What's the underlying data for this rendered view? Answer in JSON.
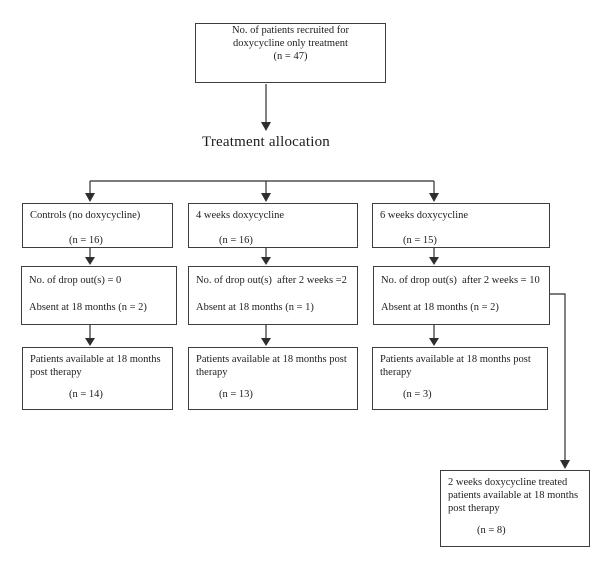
{
  "theme": {
    "background": "#ffffff",
    "border_color": "#3d3d3d",
    "text_color": "#1d1d1d",
    "line_color": "#2e2e2e"
  },
  "recruited_box": {
    "line1": "No. of patients recruited for",
    "line2": "doxycycline only treatment",
    "n": "(n = 47)"
  },
  "allocation_label": "Treatment allocation",
  "columns": [
    {
      "allocation": {
        "title": "Controls (no doxycycline)",
        "n": "(n = 16)"
      },
      "dropout": {
        "line1": "No. of drop out(s) = 0",
        "line2": "Absent at 18 months (n = 2)"
      },
      "outcome": {
        "line1": "Patients available at 18 months",
        "line2": "post therapy",
        "n": "(n = 14)"
      }
    },
    {
      "allocation": {
        "title": "4 weeks doxycycline",
        "n": "(n = 16)"
      },
      "dropout": {
        "line1": "No. of drop out(s)  after 2 weeks =2",
        "line2": "Absent at 18 months (n = 1)"
      },
      "outcome": {
        "line1": "Patients available at 18 months post",
        "line2": "therapy",
        "n": "(n = 13)"
      }
    },
    {
      "allocation": {
        "title": "6 weeks doxycycline",
        "n": "(n = 15)"
      },
      "dropout": {
        "line1": "No. of drop out(s)  after 2 weeks = 10",
        "line2": "Absent at 18 months (n = 2)"
      },
      "outcome": {
        "line1": "Patients available at 18 months post",
        "line2": "therapy",
        "n": "(n = 3)"
      }
    }
  ],
  "extra_box": {
    "line1": "2 weeks doxycycline treated",
    "line2": "patients available at 18 months",
    "line3": "post therapy",
    "n": "(n = 8)"
  }
}
